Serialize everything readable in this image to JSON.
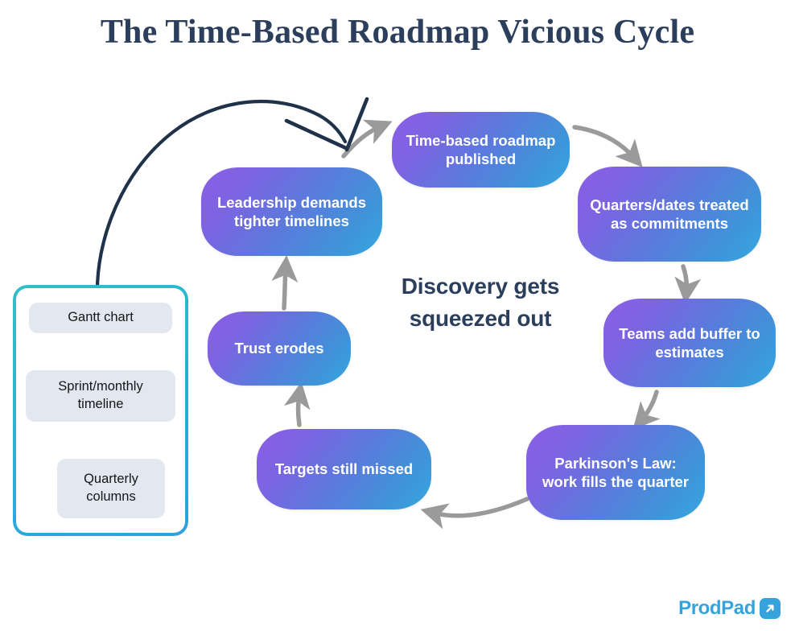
{
  "page": {
    "title": "The Time-Based Roadmap Vicious Cycle",
    "center_caption_line1": "Discovery gets",
    "center_caption_line2": "squeezed out",
    "background": "#ffffff"
  },
  "colors": {
    "title_navy": "#2b3e5c",
    "node_gradient_start": "#8b5fe6",
    "node_gradient_end": "#35a8e0",
    "arrow_gray": "#9a9a9a",
    "sketch_arrow_navy": "#1f3249",
    "panel_border_teal": "#2fc0c4",
    "panel_border_blue": "#2ea0e0",
    "chip_background": "#e3e8f0",
    "chip_text": "#141619",
    "brand_blue": "#36a3dd"
  },
  "cycle": {
    "nodes": [
      {
        "id": "roadmap-published",
        "label": "Time-based roadmap published"
      },
      {
        "id": "quarters-commitments",
        "label": "Quarters/dates treated as commitments"
      },
      {
        "id": "teams-buffer",
        "label": "Teams add buffer to estimates"
      },
      {
        "id": "parkinsons-law",
        "label": "Parkinson's Law: work fills the quarter"
      },
      {
        "id": "targets-missed",
        "label": "Targets still missed"
      },
      {
        "id": "trust-erodes",
        "label": "Trust erodes"
      },
      {
        "id": "leadership-timelines",
        "label": "Leadership demands tighter timelines"
      }
    ]
  },
  "artifacts_panel": {
    "chips": [
      {
        "label": "Gantt chart"
      },
      {
        "label": "Sprint/monthly timeline"
      },
      {
        "label": "Quarterly columns"
      }
    ]
  },
  "brand": {
    "wordmark": "ProdPad",
    "mark_icon": "arrow-up-right-icon"
  }
}
